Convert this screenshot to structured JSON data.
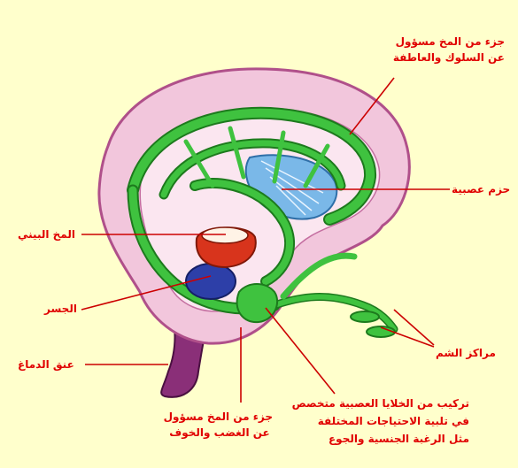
{
  "labels": {
    "behavior_emotion": [
      "جزء من المخ مسؤول",
      "عن السلوك والعاطفة"
    ],
    "nerve_bundles": "حزم عصبية",
    "diencephalon": "المخ البيني",
    "pons": "الجسر",
    "brainstem": "عنق الدماغ",
    "anger_fear": [
      "جزء من المخ مسؤول",
      "عن الغضب والخوف"
    ],
    "smell_centers": "مراكز الشم",
    "neural_structure": [
      "تركيب من الخلايا العصبية متخصص",
      "في تلبية الاحتياجات المختلفة",
      "مثل الرغبة الجنسية والجوع"
    ]
  },
  "colors": {
    "background": "#ffffcc",
    "label_text": "#e00000",
    "leader_line": "#cc0000",
    "cortex_pink": "#f2c6dc",
    "cortex_edge": "#b0508a",
    "limbic_green": "#3fc23f",
    "limbic_edge": "#1d7a1d",
    "fiber_blue": "#7ab8e8",
    "pons_blue": "#2d3fa8",
    "diencephalon_red": "#d8341c",
    "stem_purple": "#8a2f78"
  }
}
